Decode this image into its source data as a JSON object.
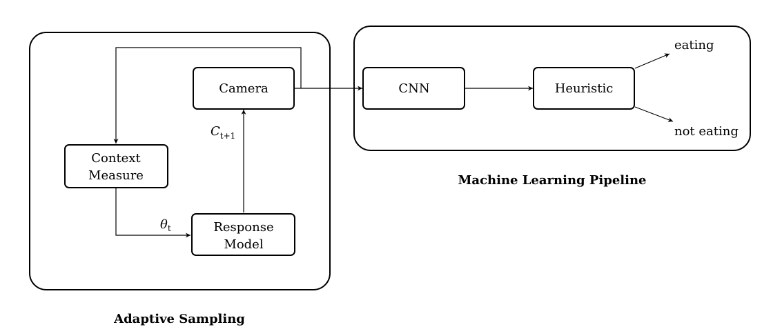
{
  "groups": {
    "adaptive_sampling": {
      "caption": "Adaptive Sampling"
    },
    "ml_pipeline": {
      "caption": "Machine Learning Pipeline"
    }
  },
  "nodes": {
    "camera": {
      "label": "Camera"
    },
    "context_measure": {
      "line1": "Context",
      "line2": "Measure"
    },
    "response_model": {
      "line1": "Response",
      "line2": "Model"
    },
    "cnn": {
      "label": "CNN"
    },
    "heuristic": {
      "label": "Heuristic"
    }
  },
  "edge_labels": {
    "theta": {
      "symbol": "θ",
      "sub": "t"
    },
    "c_next": {
      "symbol": "C",
      "sub": "t+1"
    }
  },
  "outputs": {
    "eating": "eating",
    "not_eating": "not eating"
  }
}
